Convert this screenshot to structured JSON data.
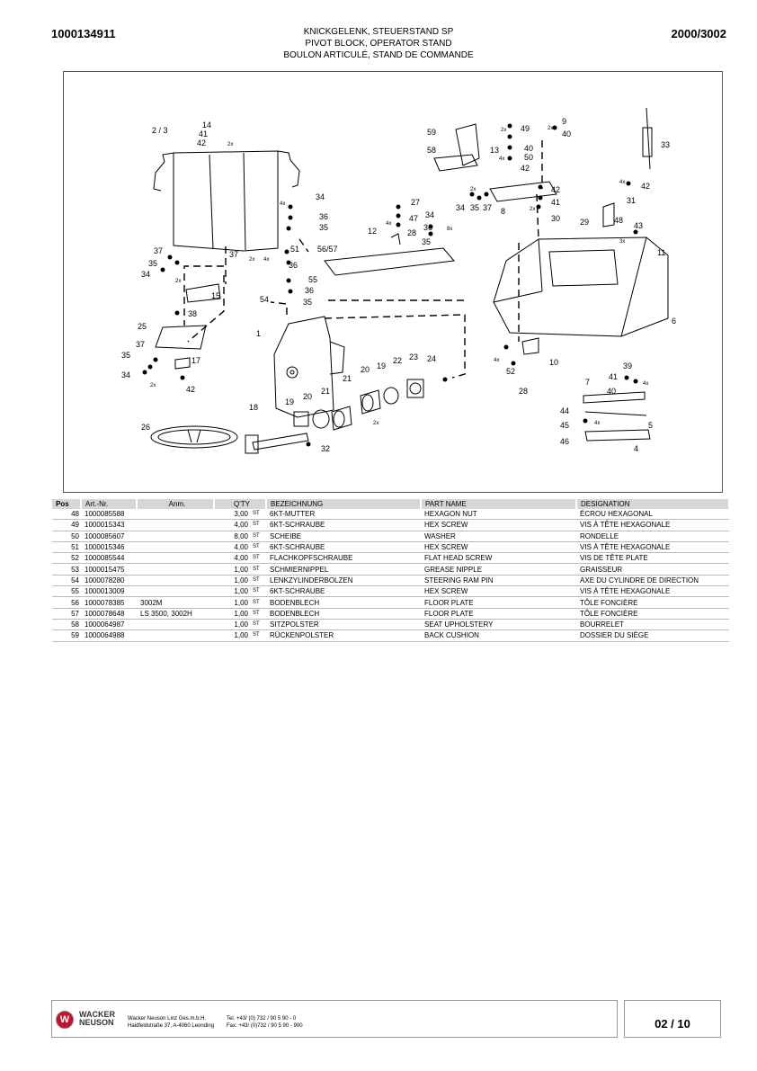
{
  "header": {
    "doc_number": "1000134911",
    "model_code": "2000/3002",
    "title_de": "KNICKGELENK, STEUERSTAND SP",
    "title_en": "PIVOT BLOCK, OPERATOR STAND",
    "title_fr": "BOULON ARTICULÉ, STAND DE COMMANDE"
  },
  "drawing": {
    "callouts": [
      "2 / 3",
      "14",
      "41",
      "42",
      "2x",
      "34",
      "4x",
      "36",
      "35",
      "51",
      "4x",
      "36",
      "37",
      "2x",
      "37",
      "35",
      "34",
      "2x",
      "55",
      "36",
      "54",
      "35",
      "38",
      "15",
      "25",
      "37",
      "35",
      "17",
      "34",
      "2x",
      "42",
      "1",
      "26",
      "18",
      "19",
      "20",
      "21",
      "21",
      "20",
      "19",
      "22",
      "23",
      "24",
      "2x",
      "32",
      "59",
      "58",
      "13",
      "49",
      "2x",
      "40",
      "50",
      "4x",
      "42",
      "9",
      "2x",
      "40",
      "33",
      "27",
      "47",
      "4x",
      "28",
      "12",
      "34",
      "36",
      "8x",
      "35",
      "56/57",
      "34",
      "35",
      "37",
      "8",
      "2x",
      "42",
      "41",
      "2x",
      "30",
      "4x",
      "42",
      "31",
      "29",
      "48",
      "43",
      "3x",
      "11",
      "6",
      "4x",
      "52",
      "10",
      "28",
      "39",
      "41",
      "4x",
      "40",
      "7",
      "44",
      "4x",
      "45",
      "5",
      "46",
      "4"
    ]
  },
  "table": {
    "headers": {
      "pos": "Pos",
      "art": "Art.-Nr.",
      "anm": "Anm.",
      "qty": "Q'TY",
      "de": "BEZEICHNUNG",
      "en": "PART NAME",
      "fr": "DESIGNATION"
    },
    "rows": [
      {
        "pos": "48",
        "art": "1000085588",
        "anm": "",
        "qty": "3,00",
        "unit": "ST",
        "de": "6KT-MUTTER",
        "en": "HEXAGON NUT",
        "fr": "ÉCROU HEXAGONAL"
      },
      {
        "pos": "49",
        "art": "1000015343",
        "anm": "",
        "qty": "4,00",
        "unit": "ST",
        "de": "6KT-SCHRAUBE",
        "en": "HEX SCREW",
        "fr": "VIS À TÊTE HEXAGONALE"
      },
      {
        "pos": "50",
        "art": "1000085607",
        "anm": "",
        "qty": "8,00",
        "unit": "ST",
        "de": "SCHEIBE",
        "en": "WASHER",
        "fr": "RONDELLE"
      },
      {
        "pos": "51",
        "art": "1000015346",
        "anm": "",
        "qty": "4,00",
        "unit": "ST",
        "de": "6KT-SCHRAUBE",
        "en": "HEX SCREW",
        "fr": "VIS À TÊTE HEXAGONALE"
      },
      {
        "pos": "52",
        "art": "1000085544",
        "anm": "",
        "qty": "4,00",
        "unit": "ST",
        "de": "FLACHKOPFSCHRAUBE",
        "en": "FLAT HEAD SCREW",
        "fr": "VIS DE TÊTE PLATE"
      },
      {
        "pos": "53",
        "art": "1000015475",
        "anm": "",
        "qty": "1,00",
        "unit": "ST",
        "de": "SCHMIERNIPPEL",
        "en": "GREASE NIPPLE",
        "fr": "GRAISSEUR"
      },
      {
        "pos": "54",
        "art": "1000078280",
        "anm": "",
        "qty": "1,00",
        "unit": "ST",
        "de": "LENKZYLINDERBOLZEN",
        "en": "STEERING RAM PIN",
        "fr": "AXE DU CYLINDRE DE DIRECTION"
      },
      {
        "pos": "55",
        "art": "1000013009",
        "anm": "",
        "qty": "1,00",
        "unit": "ST",
        "de": "6KT-SCHRAUBE",
        "en": "HEX SCREW",
        "fr": "VIS À TÊTE HEXAGONALE"
      },
      {
        "pos": "56",
        "art": "1000078385",
        "anm": "3002M",
        "qty": "1,00",
        "unit": "ST",
        "de": "BODENBLECH",
        "en": "FLOOR PLATE",
        "fr": "TÔLE FONCIÈRE"
      },
      {
        "pos": "57",
        "art": "1000078648",
        "anm": "LS 3500, 3002H",
        "qty": "1,00",
        "unit": "ST",
        "de": "BODENBLECH",
        "en": "FLOOR PLATE",
        "fr": "TÔLE FONCIÈRE"
      },
      {
        "pos": "58",
        "art": "1000064987",
        "anm": "",
        "qty": "1,00",
        "unit": "ST",
        "de": "SITZPOLSTER",
        "en": "SEAT UPHOLSTERY",
        "fr": "BOURRELET"
      },
      {
        "pos": "59",
        "art": "1000064988",
        "anm": "",
        "qty": "1,00",
        "unit": "ST",
        "de": "RÜCKENPOLSTER",
        "en": "BACK CUSHION",
        "fr": "DOSSIER DU SIÈGE"
      }
    ]
  },
  "footer": {
    "brand_line1": "WACKER",
    "brand_line2": "NEUSON",
    "logo_letter": "W",
    "company_name": "Wacker Neuson Linz  Ges.m.b.H.",
    "company_street": "Haidfeldstraße 37, A-4060 Leonding",
    "phone": "Tel. +43/ (0) 732 / 90 5 90 - 0",
    "fax": "Fax. +43/ (0)732 / 90 5 90 - 900",
    "page": "02 / 10"
  }
}
